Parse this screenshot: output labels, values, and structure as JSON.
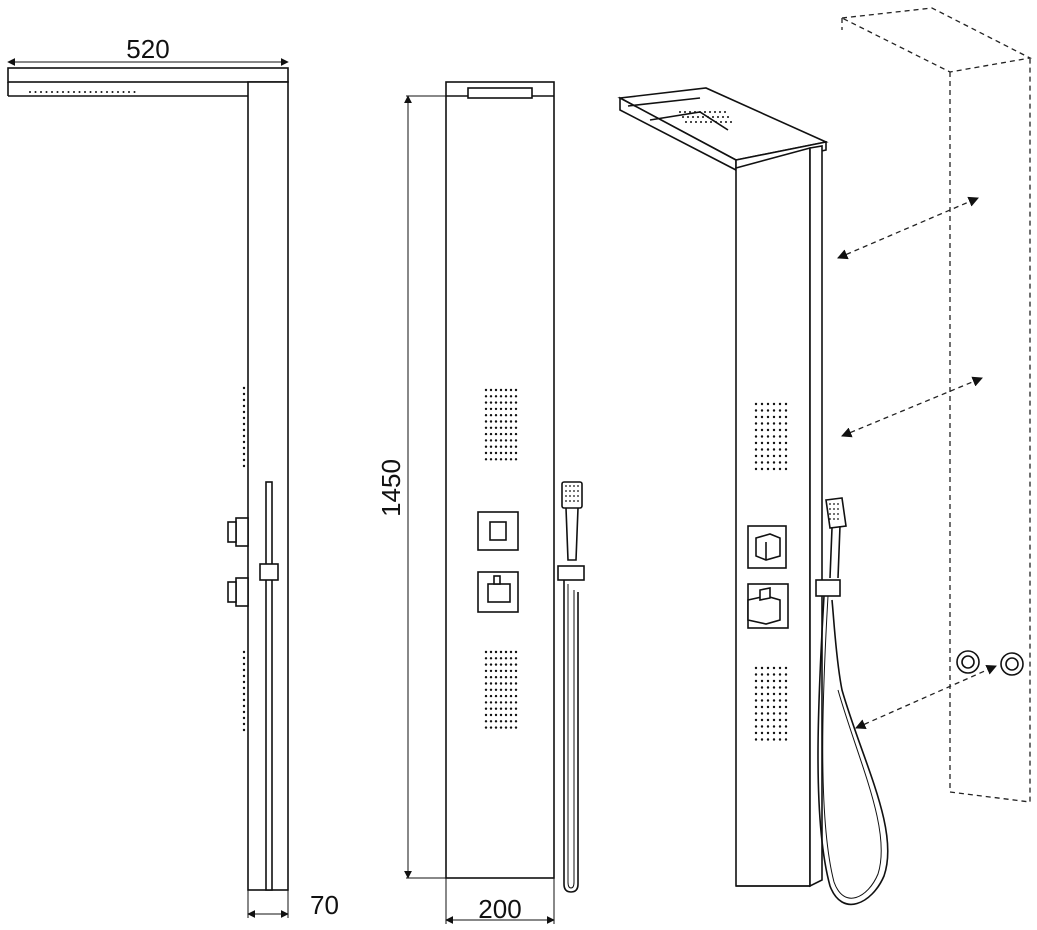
{
  "dimensions": {
    "head_width": "520",
    "panel_depth": "70",
    "panel_height": "1450",
    "panel_width": "200"
  },
  "icons": {
    "arrow": "double-headed-arrow-icon",
    "nozzles": "nozzle-grid-icon",
    "hand_shower": "hand-shower-icon",
    "valve": "mixer-valve-icon",
    "wall_connector": "wall-connector-icon"
  },
  "colors": {
    "line": "#111111",
    "background": "#ffffff"
  }
}
